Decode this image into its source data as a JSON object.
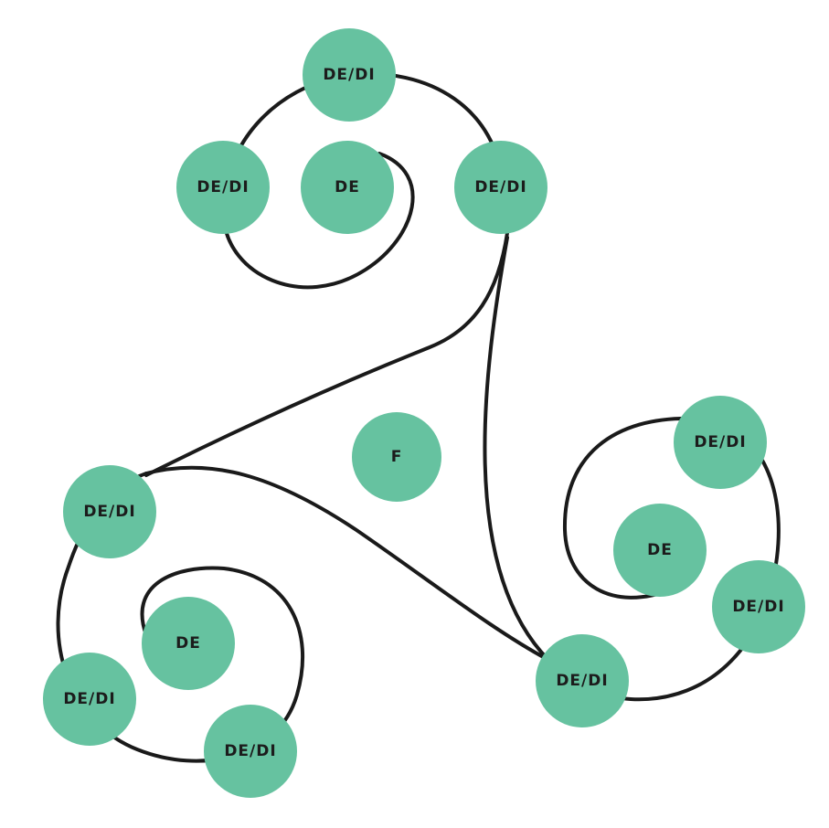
{
  "colors": {
    "node_fill": "#66c2a0",
    "line": "#1a1a1a",
    "label": "#1c1c1c",
    "background": "#ffffff"
  },
  "nodes": [
    {
      "id": "top-1",
      "label": "DE/DI"
    },
    {
      "id": "top-2",
      "label": "DE/DI"
    },
    {
      "id": "top-3",
      "label": "DE"
    },
    {
      "id": "top-4",
      "label": "DE/DI"
    },
    {
      "id": "center",
      "label": "F"
    },
    {
      "id": "left-1",
      "label": "DE/DI"
    },
    {
      "id": "left-2",
      "label": "DE"
    },
    {
      "id": "left-3",
      "label": "DE/DI"
    },
    {
      "id": "left-4",
      "label": "DE/DI"
    },
    {
      "id": "right-1",
      "label": "DE/DI"
    },
    {
      "id": "right-2",
      "label": "DE"
    },
    {
      "id": "right-3",
      "label": "DE/DI"
    },
    {
      "id": "right-4",
      "label": "DE/DI"
    }
  ]
}
